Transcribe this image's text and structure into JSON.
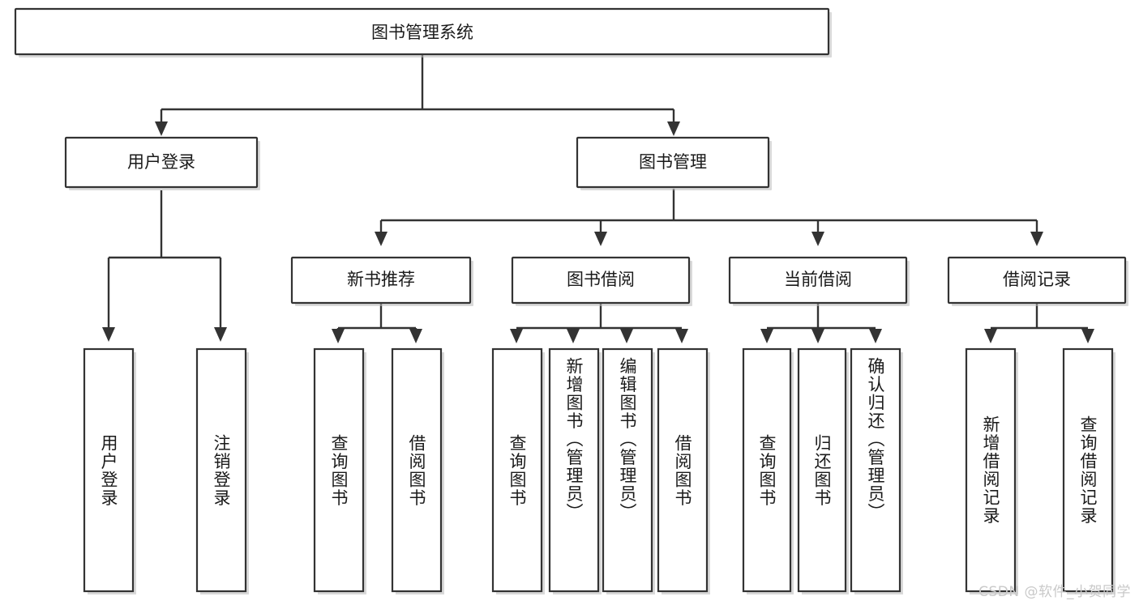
{
  "diagram": {
    "type": "tree-hierarchy",
    "title": "图书管理系统",
    "watermark": "CSDN @软件_小贺同学",
    "colors": {
      "background": "#ffffff",
      "box_fill": "#ffffff",
      "box_stroke": "#333333",
      "connector": "#333333",
      "text": "#1a1a1a",
      "watermark": "#c9c9c9"
    },
    "levels": {
      "level1": [
        {
          "id": "root",
          "label": "图书管理系统",
          "orientation": "horizontal"
        }
      ],
      "level2": [
        {
          "id": "user-login",
          "label": "用户登录",
          "orientation": "horizontal",
          "parent": "root"
        },
        {
          "id": "book-mgmt",
          "label": "图书管理",
          "orientation": "horizontal",
          "parent": "root"
        }
      ],
      "level3": [
        {
          "id": "new-book-rec",
          "label": "新书推荐",
          "orientation": "horizontal",
          "parent": "book-mgmt"
        },
        {
          "id": "book-borrow",
          "label": "图书借阅",
          "orientation": "horizontal",
          "parent": "book-mgmt"
        },
        {
          "id": "current-borrow",
          "label": "当前借阅",
          "orientation": "horizontal",
          "parent": "book-mgmt"
        },
        {
          "id": "borrow-record",
          "label": "借阅记录",
          "orientation": "horizontal",
          "parent": "book-mgmt"
        }
      ],
      "level4": [
        {
          "id": "leaf-user-login",
          "label": "用户登录",
          "orientation": "vertical",
          "parent": "user-login"
        },
        {
          "id": "leaf-logout",
          "label": "注销登录",
          "orientation": "vertical",
          "parent": "user-login"
        },
        {
          "id": "leaf-query-book-1",
          "label": "查询图书",
          "orientation": "vertical",
          "parent": "new-book-rec"
        },
        {
          "id": "leaf-borrow-book-1",
          "label": "借阅图书",
          "orientation": "vertical",
          "parent": "new-book-rec"
        },
        {
          "id": "leaf-query-book-2",
          "label": "查询图书",
          "orientation": "vertical",
          "parent": "book-borrow"
        },
        {
          "id": "leaf-add-book",
          "label": "新增图书（管理员）",
          "orientation": "vertical",
          "parent": "book-borrow"
        },
        {
          "id": "leaf-edit-book",
          "label": "编辑图书（管理员）",
          "orientation": "vertical",
          "parent": "book-borrow"
        },
        {
          "id": "leaf-borrow-book-2",
          "label": "借阅图书",
          "orientation": "vertical",
          "parent": "book-borrow"
        },
        {
          "id": "leaf-query-book-3",
          "label": "查询图书",
          "orientation": "vertical",
          "parent": "current-borrow"
        },
        {
          "id": "leaf-return-book",
          "label": "归还图书",
          "orientation": "vertical",
          "parent": "current-borrow"
        },
        {
          "id": "leaf-confirm-return",
          "label": "确认归还（管理员）",
          "orientation": "vertical",
          "parent": "current-borrow"
        },
        {
          "id": "leaf-add-record",
          "label": "新增借阅记录",
          "orientation": "vertical",
          "parent": "borrow-record"
        },
        {
          "id": "leaf-query-record",
          "label": "查询借阅记录",
          "orientation": "vertical",
          "parent": "borrow-record"
        }
      ]
    }
  }
}
